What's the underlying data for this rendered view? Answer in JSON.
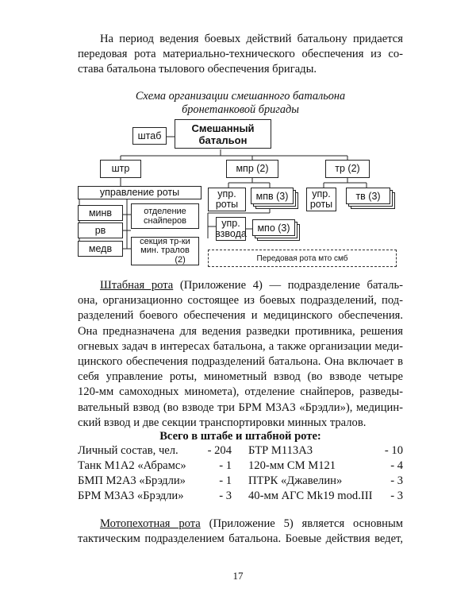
{
  "intro": {
    "lines": [
      "На период ведения боевых действий батальону придается",
      "передовая рота материально-технического обеспечения из со-",
      "става батальона тылового обеспечения бригады."
    ]
  },
  "diagram": {
    "caption": [
      "Схема организации смешанного батальона",
      "бронетанковой бригады"
    ],
    "root": [
      "Смешанный",
      "батальон"
    ],
    "hq": "штаб",
    "str": "штр",
    "mpr": "мпр (2)",
    "tr": "тр (2)",
    "company_mgmt": "управление роты",
    "minv": "минв",
    "rv": "рв",
    "medv": "медв",
    "snipers": [
      "отделение",
      "снайперов"
    ],
    "mine_trawl": [
      "секция тр-ки",
      "мин. тралов",
      "(2)"
    ],
    "mpr_mgmt": [
      "упр.",
      "роты"
    ],
    "mpv": "мпв (3)",
    "platoon_mgmt": [
      "упр.",
      "взвода"
    ],
    "mpo": "мпо (3)",
    "tr_mgmt": [
      "упр.",
      "роты"
    ],
    "tv": "тв (3)",
    "forward_co": "Передовая рота мто смб"
  },
  "hq_company": {
    "title": "Штабная рота",
    "rest_first": " (Приложение 4) — подразделение баталь-",
    "lines": [
      "она, организационно состоящее из боевых подразделений, под-",
      "разделений боевого обеспечения и медицинского обеспечения.",
      "Она предназначена для ведения разведки противника, решения",
      "огневых задач в интересах батальона, а также организации меди-",
      "цинского обеспечения подразделений батальона. Она включает в",
      "себя управление роты, минометный взвод (во взводе четыре",
      "120-мм самоходных миномета), отделение снайперов, разведы-",
      "вательный взвод (во взводе три БРМ М3А3 «Брэдли»), медицин-",
      "ский взвод и две секции транспортировки минных тралов."
    ]
  },
  "totals": {
    "title": "Всего в штабе и штабной роте:",
    "rows": [
      {
        "l_name": "Личный состав, чел.",
        "l_val": "- 204",
        "r_name": "БТР М113А3",
        "r_val": "- 10"
      },
      {
        "l_name": "Танк М1А2 «Абрамс»",
        "l_val": "- 1",
        "r_name": "120-мм СМ М121",
        "r_val": "- 4"
      },
      {
        "l_name": "БМП М2А3 «Брэдли»",
        "l_val": "- 1",
        "r_name": "ПТРК «Джавелин»",
        "r_val": "- 3"
      },
      {
        "l_name": "БРМ М3А3 «Брэдли»",
        "l_val": "- 3",
        "r_name": "40-мм АГС Mk19 mod.III",
        "r_val": "- 3"
      }
    ]
  },
  "infantry": {
    "title": "Мотопехотная рота",
    "rest_first": " (Приложение 5) является основным",
    "lines": [
      "тактическим подразделением батальона. Боевые действия ведет,"
    ]
  },
  "page_number": "17"
}
